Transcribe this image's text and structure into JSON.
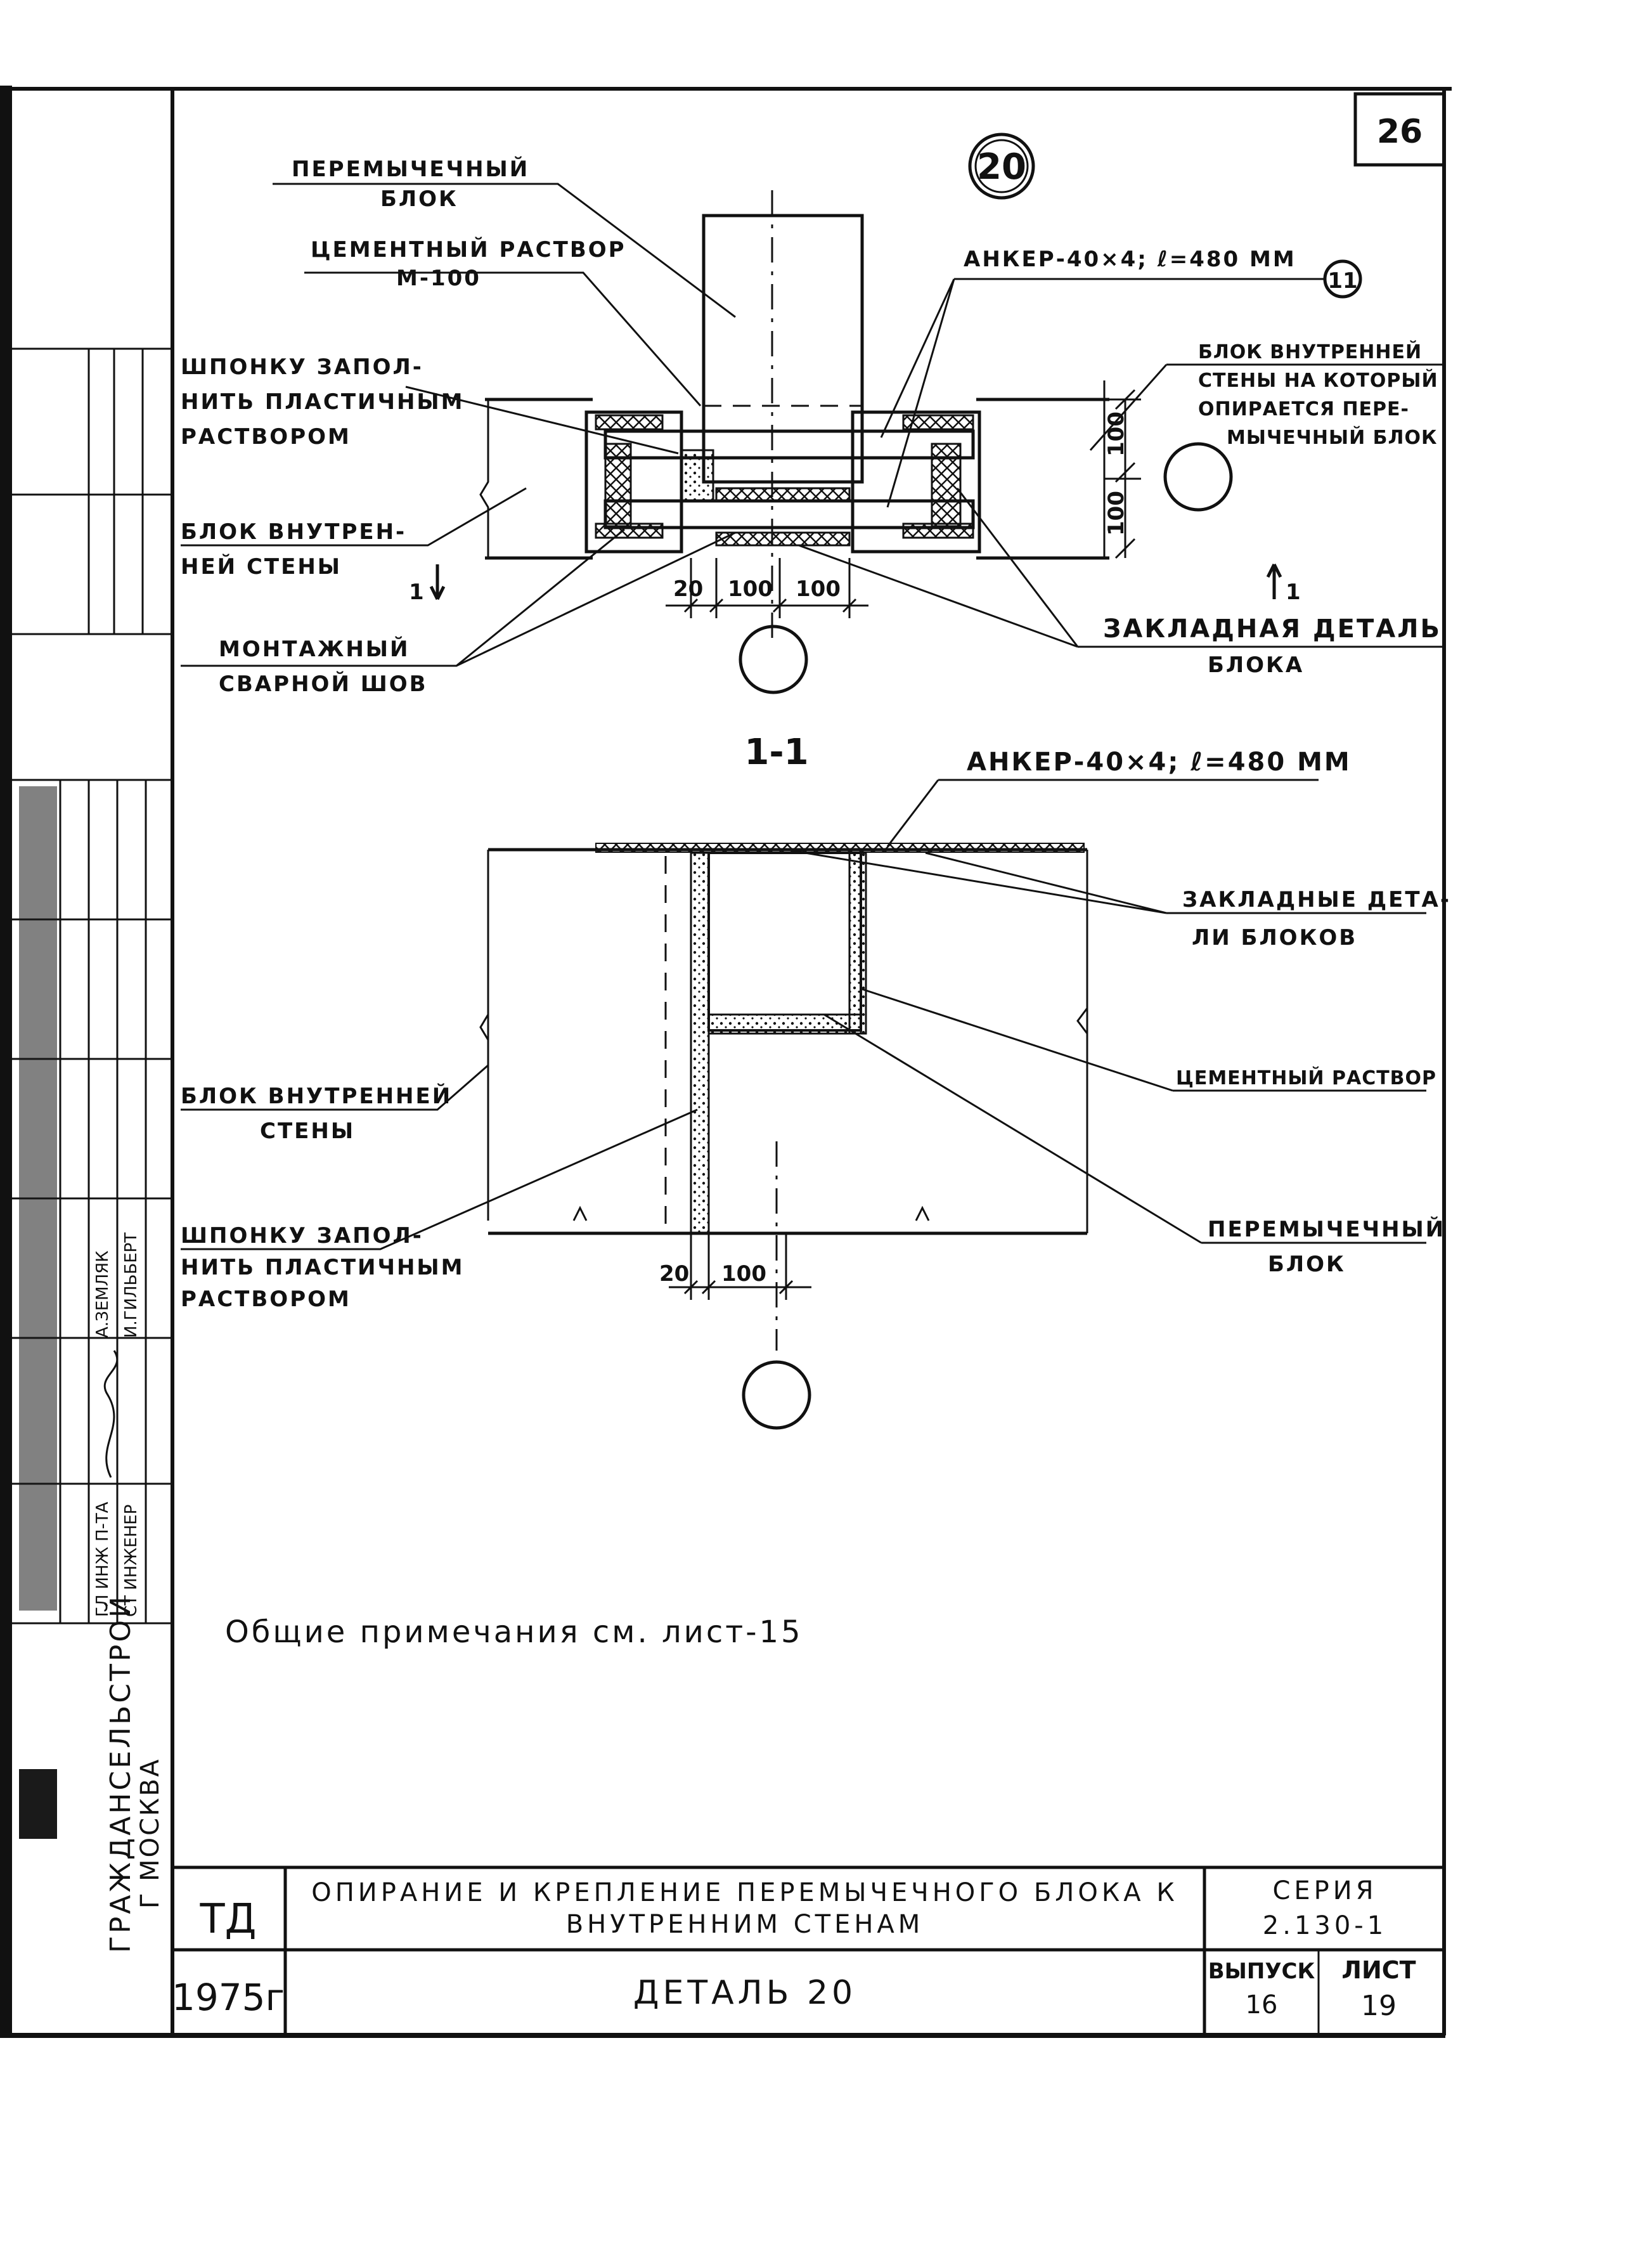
{
  "sheet_corner": "26",
  "detail_marker": "20",
  "node_marker": "11",
  "plan": {
    "label_lintel": [
      "ПЕРЕМЫЧЕЧНЫЙ",
      "БЛОК"
    ],
    "label_mortar": [
      "ЦЕМЕНТНЫЙ РАСТВОР",
      "М-100"
    ],
    "label_anchor": "АНКЕР-40×4; ℓ=480 ММ",
    "label_key": [
      "ШПОНКУ ЗАПОЛ-",
      "НИТЬ ПЛАСТИЧНЫМ",
      "РАСТВОРОМ"
    ],
    "label_inner_block": [
      "БЛОК ВНУТРЕН-",
      "НЕЙ СТЕНЫ"
    ],
    "label_weld": [
      "МОНТАЖНЫЙ",
      "СВАРНОЙ ШОВ"
    ],
    "label_support_block": [
      "БЛОК ВНУТРЕННЕЙ",
      "СТЕНЫ НА КОТОРЫЙ",
      "ОПИРАЕТСЯ ПЕРЕ-",
      "МЫЧЕЧНЫЙ БЛОК"
    ],
    "label_embedded": [
      "ЗАКЛАДНАЯ ДЕТАЛЬ",
      "БЛОКА"
    ],
    "dim_h": [
      "20",
      "100",
      "100"
    ],
    "dim_v": [
      "100",
      "100"
    ],
    "cut_mark": "1"
  },
  "section": {
    "title": "1-1",
    "label_anchor": "АНКЕР-40×4; ℓ=480 ММ",
    "label_embedded": [
      "ЗАКЛАДНЫЕ ДЕТА-",
      "ЛИ БЛОКОВ"
    ],
    "label_inner_block": [
      "БЛОК ВНУТРЕННЕЙ",
      "СТЕНЫ"
    ],
    "label_mortar": "ЦЕМЕНТНЫЙ РАСТВОР",
    "label_key": [
      "ШПОНКУ ЗАПОЛ-",
      "НИТЬ ПЛАСТИЧНЫМ",
      "РАСТВОРОМ"
    ],
    "label_lintel": [
      "ПЕРЕМЫЧЕЧНЫЙ",
      "БЛОК"
    ],
    "dim_h": [
      "20",
      "100"
    ]
  },
  "note": "Общие примечания см. лист-15",
  "title_block": {
    "code": "ТД",
    "year": "1975г",
    "title": [
      "ОПИРАНИЕ И КРЕПЛЕНИЕ ПЕРЕМЫЧЕЧНОГО БЛОКА К",
      "ВНУТРЕННИМ СТЕНАМ"
    ],
    "detail": "ДЕТАЛЬ 20",
    "series_label": "СЕРИЯ",
    "series": "2.130-1",
    "issue_label": "ВЫПУСК",
    "issue": "16",
    "sheet_label": "ЛИСТ",
    "sheet": "19"
  },
  "side_stamp": {
    "org": "ГРАЖДАНСЕЛЬСТРОЙ",
    "city": "Г МОСКВА",
    "roles": [
      "ГЛ ИНЖ П-ТА",
      "СТ ИНЖЕНЕР"
    ],
    "names": [
      "А.ЗЕМЛЯК",
      "И.ГИЛЬБЕРТ"
    ]
  }
}
